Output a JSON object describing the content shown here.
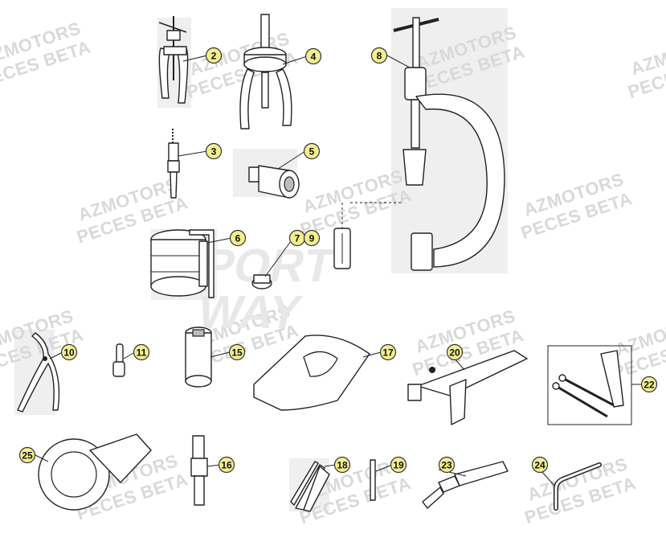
{
  "watermarks": {
    "brand_line1": "AZMOTORS",
    "brand_line2": "PECES BETA",
    "mid_logo_line1": "SPORT",
    "mid_logo_line2": "WAY"
  },
  "callouts": [
    {
      "id": "2",
      "label": "2"
    },
    {
      "id": "3",
      "label": "3"
    },
    {
      "id": "4",
      "label": "4"
    },
    {
      "id": "5",
      "label": "5"
    },
    {
      "id": "6",
      "label": "6"
    },
    {
      "id": "7",
      "label": "7"
    },
    {
      "id": "8",
      "label": "8"
    },
    {
      "id": "9",
      "label": "9"
    },
    {
      "id": "10",
      "label": "10"
    },
    {
      "id": "11",
      "label": "11"
    },
    {
      "id": "15",
      "label": "15"
    },
    {
      "id": "16",
      "label": "16"
    },
    {
      "id": "17",
      "label": "17"
    },
    {
      "id": "18",
      "label": "18"
    },
    {
      "id": "19",
      "label": "19"
    },
    {
      "id": "20",
      "label": "20"
    },
    {
      "id": "22",
      "label": "22"
    },
    {
      "id": "23",
      "label": "23"
    },
    {
      "id": "24",
      "label": "24"
    },
    {
      "id": "25",
      "label": "25"
    }
  ],
  "colors": {
    "callout_fill": "#f3ee8f",
    "watermark": "#d9d9d9",
    "line": "#222222"
  }
}
